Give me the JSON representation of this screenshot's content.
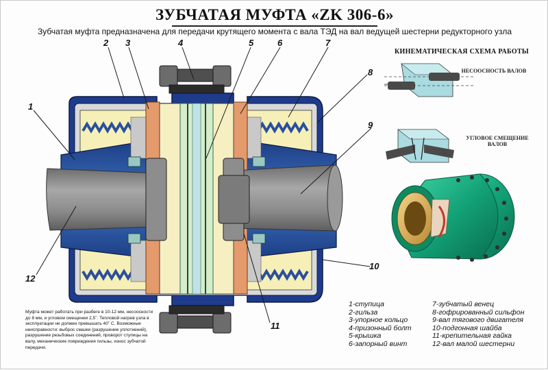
{
  "header": {
    "title": "ЗУБЧАТАЯ МУФТА «ZK 306-6»",
    "subtitle": "Зубчатая муфта предназначена для передачи крутящего момента с вала ТЭД на вал ведущей шестерни редукторного узла"
  },
  "callouts": [
    "1",
    "2",
    "3",
    "4",
    "5",
    "6",
    "7",
    "8",
    "9",
    "10",
    "11",
    "12"
  ],
  "kinematics": {
    "title": "КИНЕМАТИЧЕСКАЯ СХЕМА РАБОТЫ",
    "misalignment": "НЕСООСНОСТЬ ВАЛОВ",
    "angular_line1": "УГЛОВОЕ СМЕЩЕНИЕ",
    "angular_line2": "ВАЛОВ"
  },
  "notes": "Муфта может работать при разбеге в 10-12 мм, несоосности до 8 мм, и угловом смещении 2,5˚. Тепловой нагрев узла в эксплуатации не должен превышать 40˚ С. Возможные неисправности: выброс смазки (разрушение уплотнений), разрушение резьбовых соединений, проворот ступицы на валу, механические повреждения гильзы, износ зубчатой передачи.",
  "legend_left": [
    "1-ступица",
    "2-гильза",
    "3-упорное кольцо",
    "4-призонный болт",
    "5-крышка",
    "6-запорный винт"
  ],
  "legend_right": [
    "7-зубчатый венец",
    "8-гофрированный сильфон",
    "9-вал тягового двигателя",
    "10-подгонная шайба",
    "11-крепительная гайка",
    "12-вал малой шестерни"
  ],
  "colors": {
    "housing": "#1f3b8c",
    "hub": "#2e5fae",
    "shaft": "#8a8a8a",
    "spacer": "#f5efc2",
    "ring": "#e59a6c",
    "bellows": "#2a4f9c",
    "render_green": "#16a37a",
    "kin_block": "#a9dbe0"
  }
}
